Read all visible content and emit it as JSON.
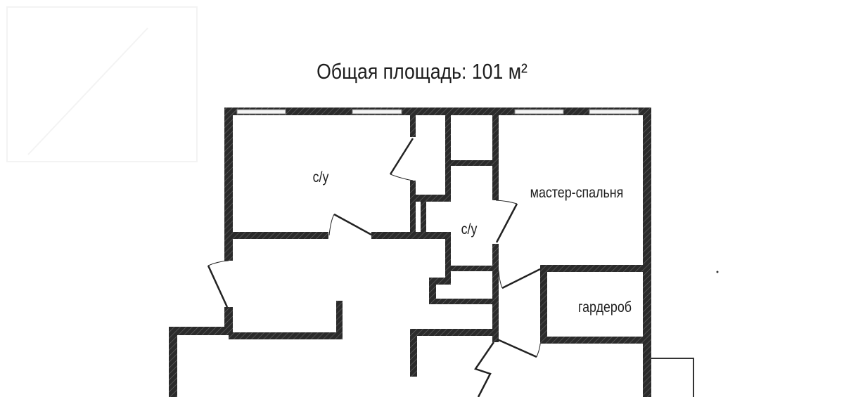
{
  "plan": {
    "title": "Общая площадь: 101 м²",
    "rooms": [
      {
        "id": "bathroom-1",
        "label": "с/у"
      },
      {
        "id": "bathroom-2",
        "label": "с/у"
      },
      {
        "id": "master-bedroom",
        "label": "мастер-спальня"
      },
      {
        "id": "wardrobe",
        "label": "гардероб"
      }
    ],
    "colors": {
      "wall": "#2b2b2b",
      "hatch": "#6a6a6a",
      "window": "#e8e8e8",
      "background": "#ffffff"
    }
  }
}
